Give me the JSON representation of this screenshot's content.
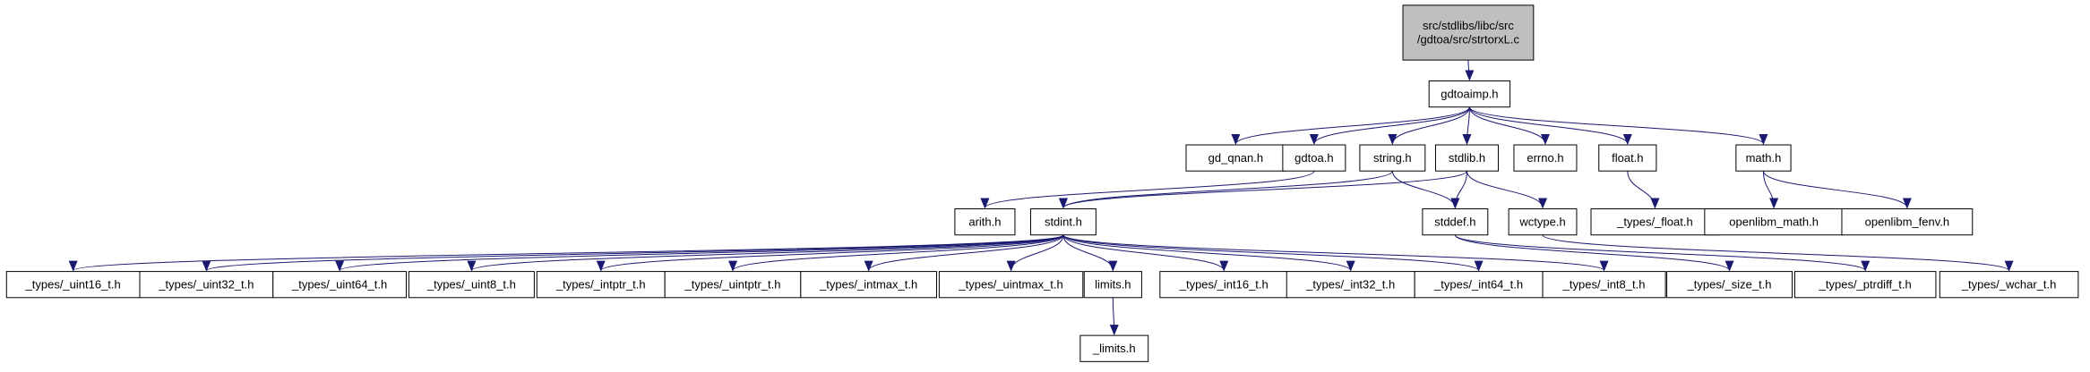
{
  "diagram": {
    "type": "include-dependency-graph",
    "colors": {
      "edge": "#191970",
      "root_fill": "#bfbfbf",
      "node_fill": "#ffffff",
      "border": "#000000"
    },
    "nodes": [
      {
        "id": "root",
        "lines": [
          "src/stdlibs/libc/src",
          "/gdtoa/src/strtorxL.c"
        ],
        "root": true
      },
      {
        "id": "gdtoaimp",
        "lines": [
          "gdtoaimp.h"
        ]
      },
      {
        "id": "gd_qnan",
        "lines": [
          "gd_qnan.h"
        ]
      },
      {
        "id": "gdtoa",
        "lines": [
          "gdtoa.h"
        ]
      },
      {
        "id": "string",
        "lines": [
          "string.h"
        ]
      },
      {
        "id": "stdlib",
        "lines": [
          "stdlib.h"
        ]
      },
      {
        "id": "errno",
        "lines": [
          "errno.h"
        ]
      },
      {
        "id": "float",
        "lines": [
          "float.h"
        ]
      },
      {
        "id": "math",
        "lines": [
          "math.h"
        ]
      },
      {
        "id": "arith",
        "lines": [
          "arith.h"
        ]
      },
      {
        "id": "stdint",
        "lines": [
          "stdint.h"
        ]
      },
      {
        "id": "stddef",
        "lines": [
          "stddef.h"
        ]
      },
      {
        "id": "wctype",
        "lines": [
          "wctype.h"
        ]
      },
      {
        "id": "types_float",
        "lines": [
          "_types/_float.h"
        ]
      },
      {
        "id": "openlibm_math",
        "lines": [
          "openlibm_math.h"
        ]
      },
      {
        "id": "openlibm_fenv",
        "lines": [
          "openlibm_fenv.h"
        ]
      },
      {
        "id": "uint16",
        "lines": [
          "_types/_uint16_t.h"
        ]
      },
      {
        "id": "uint32",
        "lines": [
          "_types/_uint32_t.h"
        ]
      },
      {
        "id": "uint64",
        "lines": [
          "_types/_uint64_t.h"
        ]
      },
      {
        "id": "uint8",
        "lines": [
          "_types/_uint8_t.h"
        ]
      },
      {
        "id": "intptr",
        "lines": [
          "_types/_intptr_t.h"
        ]
      },
      {
        "id": "uintptr",
        "lines": [
          "_types/_uintptr_t.h"
        ]
      },
      {
        "id": "intmax",
        "lines": [
          "_types/_intmax_t.h"
        ]
      },
      {
        "id": "uintmax",
        "lines": [
          "_types/_uintmax_t.h"
        ]
      },
      {
        "id": "limits",
        "lines": [
          "limits.h"
        ]
      },
      {
        "id": "int16",
        "lines": [
          "_types/_int16_t.h"
        ]
      },
      {
        "id": "int32",
        "lines": [
          "_types/_int32_t.h"
        ]
      },
      {
        "id": "int64",
        "lines": [
          "_types/_int64_t.h"
        ]
      },
      {
        "id": "int8",
        "lines": [
          "_types/_int8_t.h"
        ]
      },
      {
        "id": "size_t",
        "lines": [
          "_types/_size_t.h"
        ]
      },
      {
        "id": "ptrdiff",
        "lines": [
          "_types/_ptrdiff_t.h"
        ]
      },
      {
        "id": "wchar",
        "lines": [
          "_types/_wchar_t.h"
        ]
      },
      {
        "id": "_limits",
        "lines": [
          "_limits.h"
        ]
      }
    ],
    "edges": [
      [
        "root",
        "gdtoaimp"
      ],
      [
        "gdtoaimp",
        "gd_qnan"
      ],
      [
        "gdtoaimp",
        "gdtoa"
      ],
      [
        "gdtoaimp",
        "string"
      ],
      [
        "gdtoaimp",
        "stdlib"
      ],
      [
        "gdtoaimp",
        "errno"
      ],
      [
        "gdtoaimp",
        "float"
      ],
      [
        "gdtoaimp",
        "math"
      ],
      [
        "gdtoa",
        "arith"
      ],
      [
        "string",
        "stdint"
      ],
      [
        "string",
        "stddef"
      ],
      [
        "stdlib",
        "stdint"
      ],
      [
        "stdlib",
        "stddef"
      ],
      [
        "stdlib",
        "wctype"
      ],
      [
        "float",
        "types_float"
      ],
      [
        "math",
        "openlibm_math"
      ],
      [
        "math",
        "openlibm_fenv"
      ],
      [
        "stdint",
        "uint16"
      ],
      [
        "stdint",
        "uint32"
      ],
      [
        "stdint",
        "uint64"
      ],
      [
        "stdint",
        "uint8"
      ],
      [
        "stdint",
        "intptr"
      ],
      [
        "stdint",
        "uintptr"
      ],
      [
        "stdint",
        "intmax"
      ],
      [
        "stdint",
        "uintmax"
      ],
      [
        "stdint",
        "limits"
      ],
      [
        "stdint",
        "int16"
      ],
      [
        "stdint",
        "int32"
      ],
      [
        "stdint",
        "int64"
      ],
      [
        "stdint",
        "int8"
      ],
      [
        "stddef",
        "size_t"
      ],
      [
        "stddef",
        "ptrdiff"
      ],
      [
        "wctype",
        "wchar"
      ],
      [
        "limits",
        "_limits"
      ]
    ]
  }
}
